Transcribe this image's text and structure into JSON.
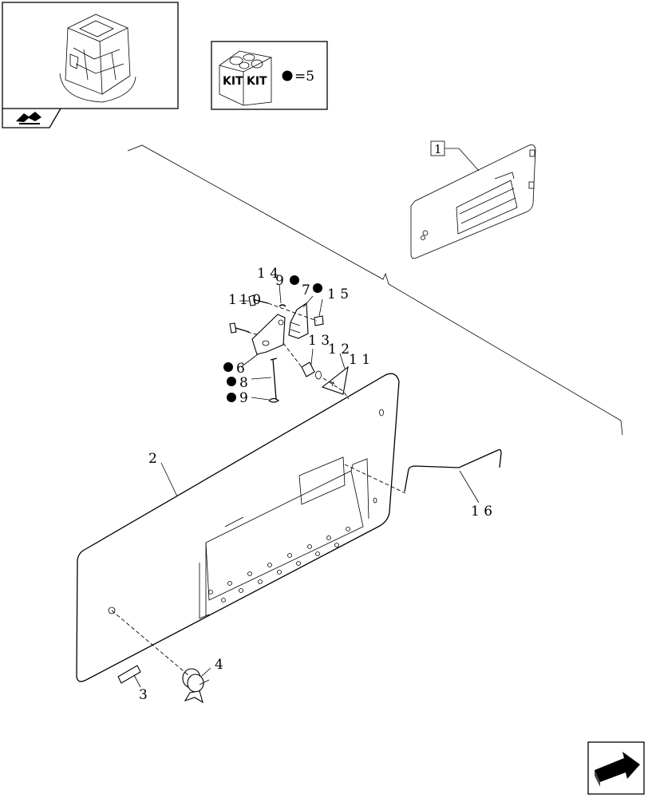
{
  "kit_box": {
    "kit_text_1": "KIT",
    "kit_text_2": "KIT",
    "equals_text": "=5"
  },
  "callout_ref": "1",
  "labels": {
    "p2": "2",
    "p3": "3",
    "p4": "4",
    "p6": "6",
    "p7": "7",
    "p8": "8",
    "p9a": "9",
    "p9b": "9",
    "p1_10": "1 0",
    "p1_left": "1",
    "p1_4": "1 4",
    "p1_5": "1 5",
    "p1_3": "1 3",
    "p1_2": "1 2",
    "p1_1": "1 1",
    "p1_6": "1 6"
  },
  "marker": {
    "bullet": "●"
  },
  "icons": [
    "machine-thumbnail-icon",
    "navigation-arrow-icon",
    "kit-box-icon",
    "next-page-arrow-icon"
  ]
}
